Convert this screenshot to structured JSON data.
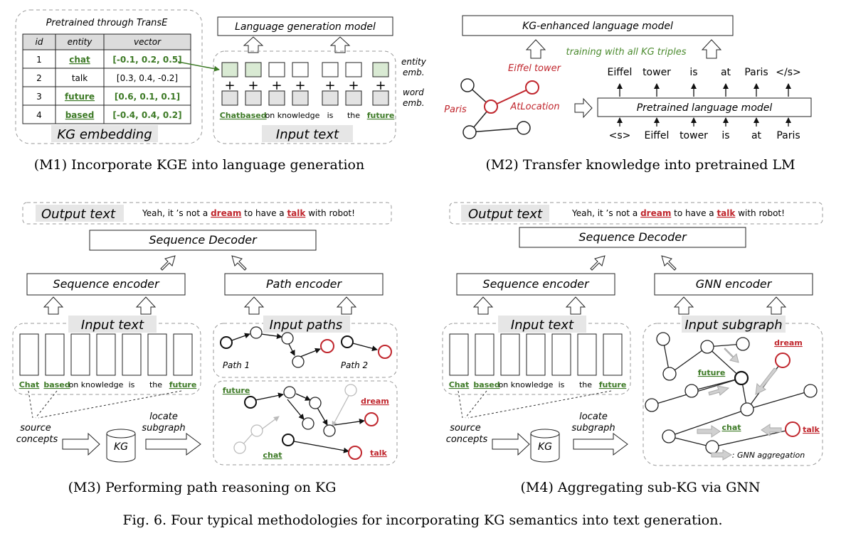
{
  "colors": {
    "accent_red": "#c0262d",
    "accent_green": "#3d7a26",
    "light_green": "#d9ead3",
    "light_gray": "#e3e3e3",
    "node_light": "#bdbdbd"
  },
  "m1": {
    "title": "Pretrained through TransE",
    "headers": [
      "id",
      "entity",
      "vector"
    ],
    "rows": [
      {
        "id": "1",
        "entity": "chat",
        "vector": "[-0.1, 0.2, 0.5]"
      },
      {
        "id": "2",
        "entity": "talk",
        "vector": "[0.3, 0.4, -0.2]"
      },
      {
        "id": "3",
        "entity": "future",
        "vector": "[0.6, 0.1, 0.1]"
      },
      {
        "id": "4",
        "entity": "based",
        "vector": "[-0.4, 0.4, 0.2]"
      }
    ],
    "kg_embedding": "KG embedding",
    "lang_gen_model": "Language generation model",
    "entity_emb_1": "entity",
    "entity_emb_2": "emb.",
    "word_emb_1": "word",
    "word_emb_2": "emb.",
    "input_text": "Input text",
    "tokens": [
      "Chat",
      "based",
      "on knowledge",
      "is",
      "the",
      "future"
    ],
    "caption": "(M1) Incorporate KGE into language generation"
  },
  "m2": {
    "kg_lm": "KG-enhanced language model",
    "training": "training with all KG triples",
    "eiffel_tower": "Eiffel tower",
    "paris": "Paris",
    "atlocation": "AtLocation",
    "pretrained_lm": "Pretrained language model",
    "out_tokens": [
      "Eiffel",
      "tower",
      "is",
      "at",
      "Paris",
      "</s>"
    ],
    "in_tokens": [
      "<s>",
      "Eiffel",
      "tower",
      "is",
      "at",
      "Paris"
    ],
    "caption": "(M2) Transfer knowledge into pretrained LM"
  },
  "m3": {
    "output_label": "Output text",
    "output_text": {
      "p1": "Yeah, it ’s not a ",
      "w1": "dream",
      "p2": " to have a ",
      "w2": "talk",
      "p3": " with robot!"
    },
    "seq_decoder": "Sequence Decoder",
    "seq_encoder": "Sequence encoder",
    "path_encoder": "Path encoder",
    "input_text": "Input text",
    "input_paths": "Input paths",
    "path1": "Path 1",
    "path2": "Path 2",
    "tokens": [
      "Chat",
      "based",
      "on knowledge",
      "is",
      "the",
      "future"
    ],
    "source_1": "source",
    "source_2": "concepts",
    "kg": "KG",
    "locate_1": "locate",
    "locate_2": "subgraph",
    "future": "future",
    "dream": "dream",
    "chat": "chat",
    "talk": "talk",
    "caption": "(M3) Performing path reasoning on KG"
  },
  "m4": {
    "output_label": "Output text",
    "output_text": {
      "p1": "Yeah, it ’s not a ",
      "w1": "dream",
      "p2": " to have a ",
      "w2": "talk",
      "p3": " with robot!"
    },
    "seq_decoder": "Sequence Decoder",
    "seq_encoder": "Sequence encoder",
    "gnn_encoder": "GNN encoder",
    "input_text": "Input text",
    "input_subgraph": "Input subgraph",
    "tokens": [
      "Chat",
      "based",
      "on knowledge",
      "is",
      "the",
      "future"
    ],
    "source_1": "source",
    "source_2": "concepts",
    "kg": "KG",
    "locate_1": "locate",
    "locate_2": "subgraph",
    "dream": "dream",
    "future": "future",
    "chat": "chat",
    "talk": "talk",
    "gnn_agg": ": GNN aggregation",
    "caption": "(M4) Aggregating sub-KG via GNN"
  },
  "figure_caption": "Fig. 6.  Four typical methodologies for incorporating KG semantics into text generation."
}
